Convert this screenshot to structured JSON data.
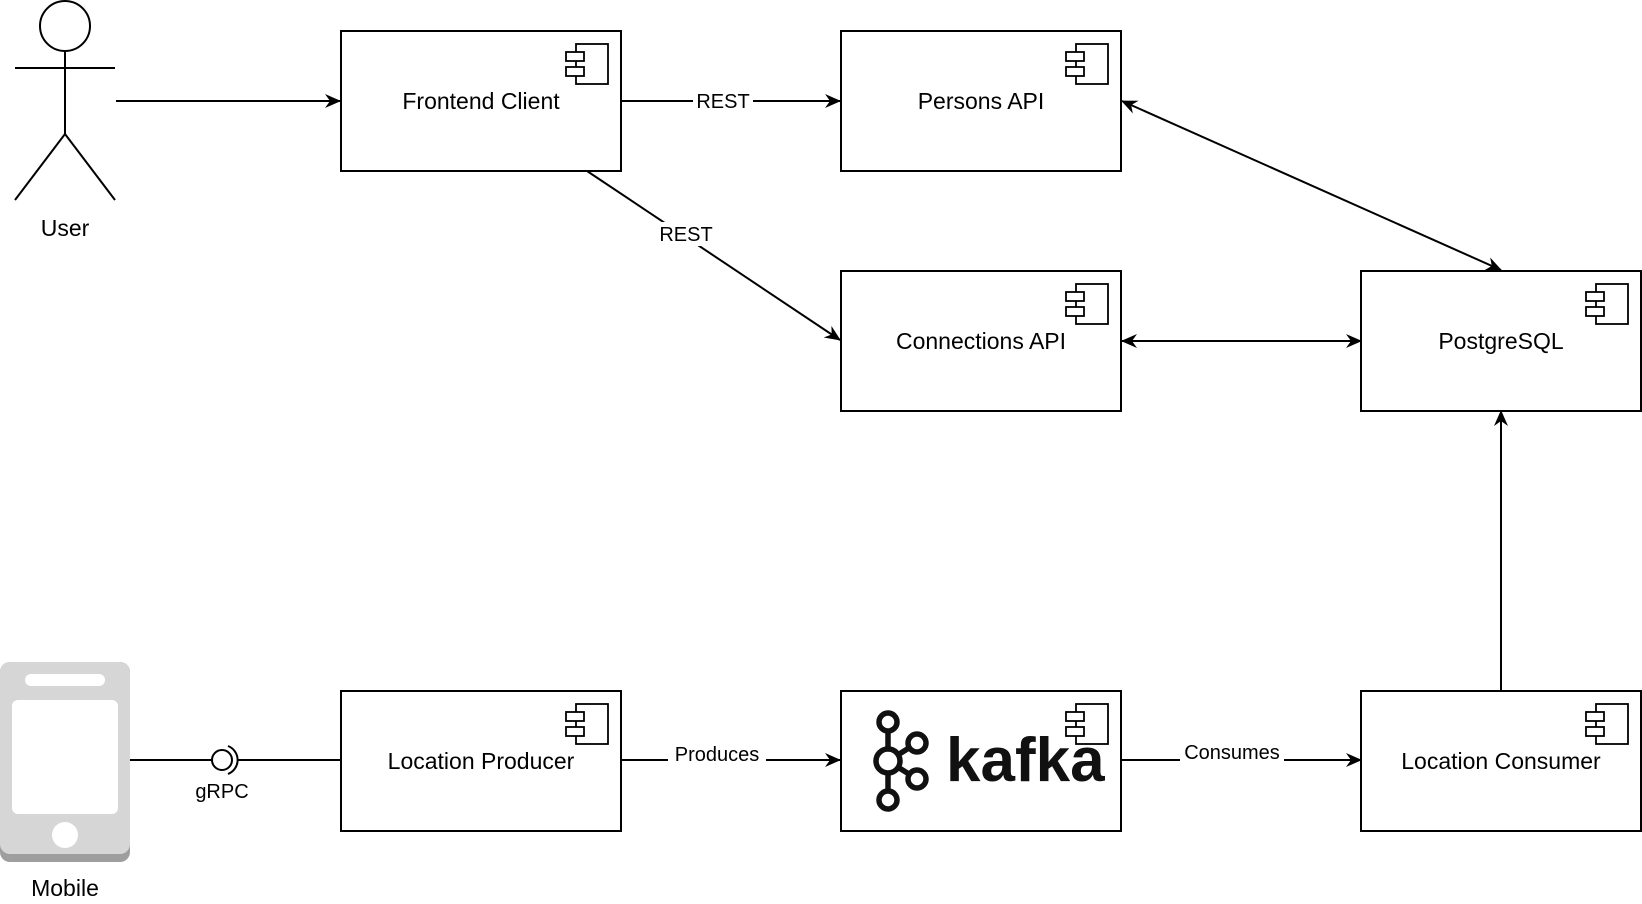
{
  "actors": {
    "user": {
      "label": "User"
    },
    "mobile": {
      "label": "Mobile"
    }
  },
  "components": {
    "frontend": {
      "label": "Frontend Client"
    },
    "persons_api": {
      "label": "Persons API"
    },
    "connections_api": {
      "label": "Connections API"
    },
    "postgres": {
      "label": "PostgreSQL"
    },
    "location_producer": {
      "label": "Location Producer"
    },
    "kafka": {
      "label": "kafka"
    },
    "location_consumer": {
      "label": "Location Consumer"
    }
  },
  "edges": {
    "frontend_persons": {
      "label": "REST"
    },
    "frontend_connections": {
      "label": "REST"
    },
    "mobile_producer": {
      "label": "gRPC"
    },
    "producer_kafka": {
      "label": "Produces"
    },
    "kafka_consumer": {
      "label": "Consumes"
    }
  },
  "colors": {
    "stroke": "#000000",
    "background": "#ffffff",
    "mobile_body": "#d6d6d6",
    "mobile_shadow": "#9e9e9e"
  }
}
